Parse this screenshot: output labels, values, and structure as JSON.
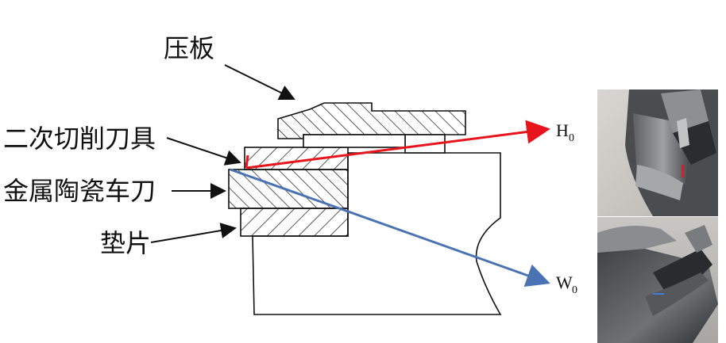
{
  "labels": {
    "clamp_plate": "压板",
    "secondary_tool": "二次切削刀具",
    "ceramic_tool": "金属陶瓷车刀",
    "shim": "垫片",
    "h0_base": "H",
    "h0_sub": "0",
    "w0_base": "W",
    "w0_sub": "0"
  },
  "colors": {
    "h_arrow": "#e8141c",
    "w_arrow": "#4a73b4",
    "line": "#111111"
  },
  "icons": {
    "photo_top": "cutting-insert-photo-icon",
    "photo_bottom": "worn-insert-photo-icon"
  }
}
